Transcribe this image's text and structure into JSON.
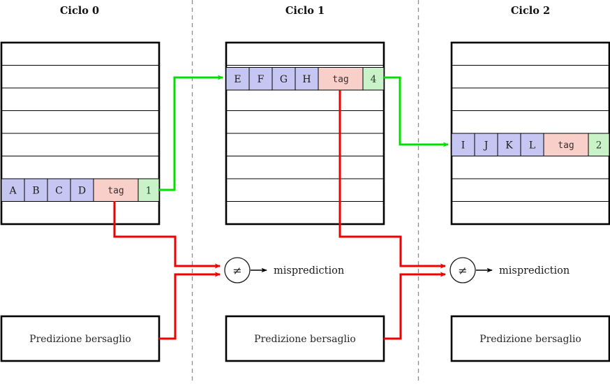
{
  "diagram": {
    "title_prefix": "Ciclo",
    "columns": [
      {
        "key": "cycle0",
        "title": "Ciclo 0",
        "table": {
          "rows": 8,
          "highlight_row_index": 6,
          "instructions": [
            "A",
            "B",
            "C",
            "D"
          ],
          "tag_label": "tag",
          "counter_value": "1"
        },
        "prediction_box_label": "Predizione bersaglio"
      },
      {
        "key": "cycle1",
        "title": "Ciclo 1",
        "table": {
          "rows": 8,
          "highlight_row_index": 1,
          "instructions": [
            "E",
            "F",
            "G",
            "H"
          ],
          "tag_label": "tag",
          "counter_value": "4"
        },
        "prediction_box_label": "Predizione bersaglio"
      },
      {
        "key": "cycle2",
        "title": "Ciclo 2",
        "table": {
          "rows": 8,
          "highlight_row_index": 4,
          "instructions": [
            "I",
            "J",
            "K",
            "L"
          ],
          "tag_label": "tag",
          "counter_value": "2"
        },
        "prediction_box_label": "Predizione bersaglio"
      }
    ],
    "comparators": [
      {
        "key": "cmp0",
        "symbol": "≠",
        "output_label": "misprediction"
      },
      {
        "key": "cmp1",
        "symbol": "≠",
        "output_label": "misprediction"
      }
    ],
    "colors": {
      "instruction_cell": "#c6c6f2",
      "tag_cell": "#f9cfc9",
      "counter_cell": "#c9f2c9",
      "fetch_wire": "#00e000",
      "tag_wire": "#ee0000",
      "divider": "#8d8d8d",
      "outline": "#000000",
      "background": "#ffffff"
    }
  }
}
